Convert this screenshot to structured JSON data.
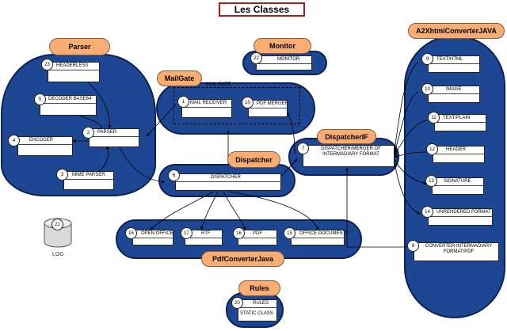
{
  "title": "Les Classes",
  "groups": {
    "parser": "Parser",
    "monitor": "Monitor",
    "mailgate": "MailGate",
    "dispatcher": "Dispatcher",
    "dispatcherif": "DispatcherIF",
    "a2x": "A2XhtmlConverterJAVA",
    "pdfconv": "PdfConverterJava",
    "rules": "Rules"
  },
  "mailgate_inner_label": "MAIL GATE",
  "nodes": {
    "headerless": {
      "num": "23",
      "label": "HEADERLESS"
    },
    "decoder": {
      "num": "5",
      "label": "DECODER BASE64"
    },
    "encoder": {
      "num": "4",
      "label": "ENCODER"
    },
    "parser": {
      "num": "2",
      "label": "PARSER"
    },
    "mime": {
      "num": "3",
      "label": "MIME PARSER"
    },
    "monitor": {
      "num": "22",
      "label": "MONITOR"
    },
    "mailreceiver": {
      "num": "1",
      "label": "MAIL RECEIVER"
    },
    "pdfmerger": {
      "num": "10",
      "label": "PDF MERGER"
    },
    "dispatcher": {
      "num": "6",
      "label": "DISPATCHER"
    },
    "dispmerger": {
      "num": "7",
      "label": "DISPATCHER/MERGER OF INTERMADIARY FORMAT"
    },
    "texthtml": {
      "num": "9",
      "label": "TEXT/HTML"
    },
    "image": {
      "num": "10",
      "label": "IMAGE"
    },
    "textplain": {
      "num": "11",
      "label": "TEXT/PLAIN"
    },
    "header": {
      "num": "12",
      "label": "HEADER"
    },
    "signature": {
      "num": "13",
      "label": "SIGNATURE"
    },
    "unrendered": {
      "num": "14",
      "label": "UNRENDERED FORMAT"
    },
    "converter": {
      "num": "8",
      "label": "CONVERTER INTERMADIARY FORMAT/PDF"
    },
    "openoffice": {
      "num": "16",
      "label": "OPEN OFFICE"
    },
    "rtf": {
      "num": "17",
      "label": "RTF"
    },
    "pdf": {
      "num": "16",
      "label": "PDF"
    },
    "officedocs": {
      "num": "15",
      "label": "OFFICE DOCUMENTS"
    },
    "rules": {
      "num": "20",
      "label": "RULES",
      "sub": "STATIC CLASS"
    }
  },
  "log": {
    "num": "21",
    "label": "LOG"
  }
}
